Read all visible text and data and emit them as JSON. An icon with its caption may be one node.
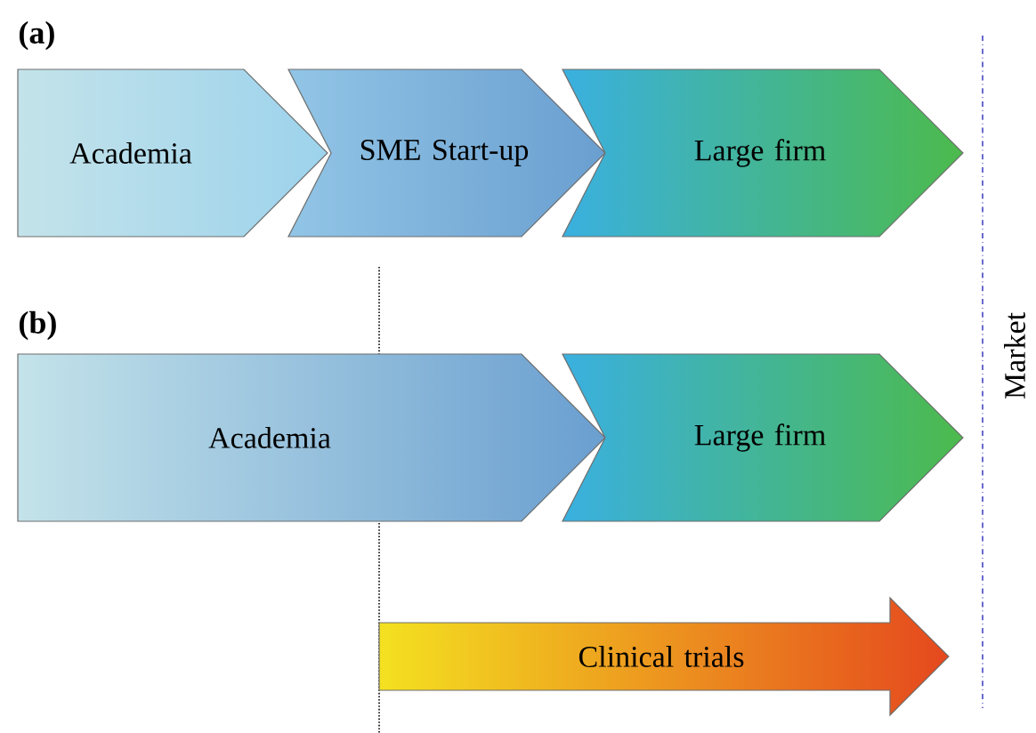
{
  "diagram": {
    "nodes": [
      {
        "text": [
          "Academia"
        ]
      },
      {
        "text": [
          "SME Start-up"
        ]
      },
      {
        "text": [
          "Large firm"
        ]
      },
      {
        "text": [
          "Academia"
        ]
      },
      {
        "text": [
          "Large firm"
        ]
      },
      {
        "text": [
          "Clinical trials"
        ]
      }
    ],
    "labels": [
      "(a)",
      "(b)",
      "Market"
    ]
  }
}
